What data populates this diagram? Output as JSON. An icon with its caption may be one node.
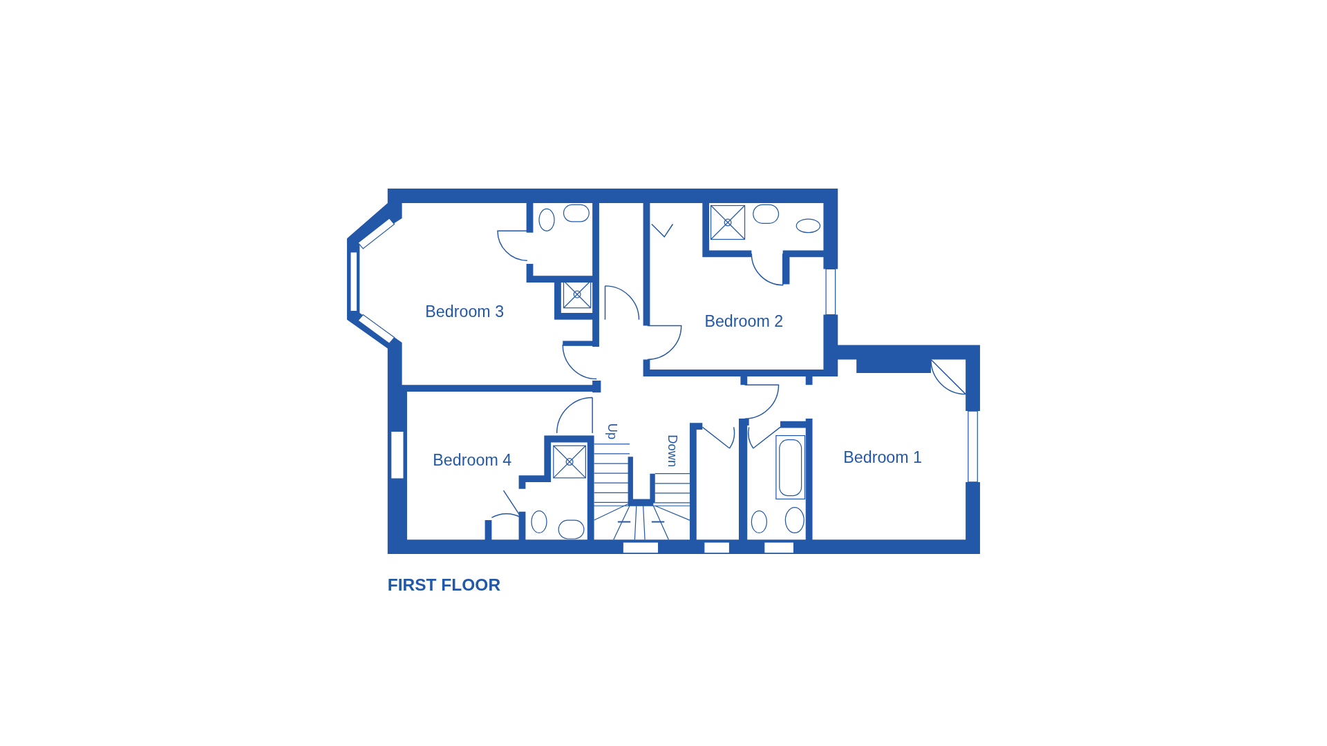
{
  "diagram": {
    "caption": "FIRST FLOOR",
    "labels": [
      "Bedroom 3",
      "Bedroom 2",
      "Up",
      "Down",
      "Bedroom 4",
      "Bedroom 1"
    ]
  }
}
